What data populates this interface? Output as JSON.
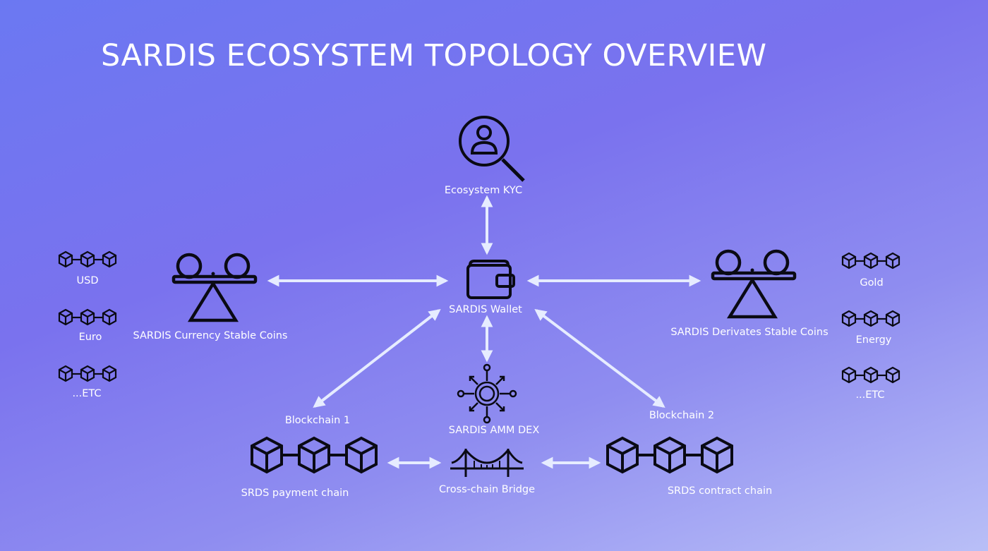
{
  "title": "SARDIS ECOSYSTEM TOPOLOGY OVERVIEW",
  "nodes": {
    "kyc": "Ecosystem KYC",
    "wallet": "SARDIS Wallet",
    "currency": "SARDIS Currency Stable Coins",
    "derivates": "SARDIS Derivates Stable Coins",
    "blockchain1": "Blockchain 1",
    "blockchain2": "Blockchain 2",
    "amm": "SARDIS AMM DEX",
    "payment_chain": "SRDS payment chain",
    "bridge": "Cross-chain Bridge",
    "contract_chain": "SRDS contract chain"
  },
  "currencies": [
    "USD",
    "Euro",
    "...ETC"
  ],
  "derivatives": [
    "Gold",
    "Energy",
    "...ETC"
  ],
  "colors": {
    "icon": "#0a0a14",
    "arrow": "#e6ecff",
    "text": "#ffffff"
  }
}
